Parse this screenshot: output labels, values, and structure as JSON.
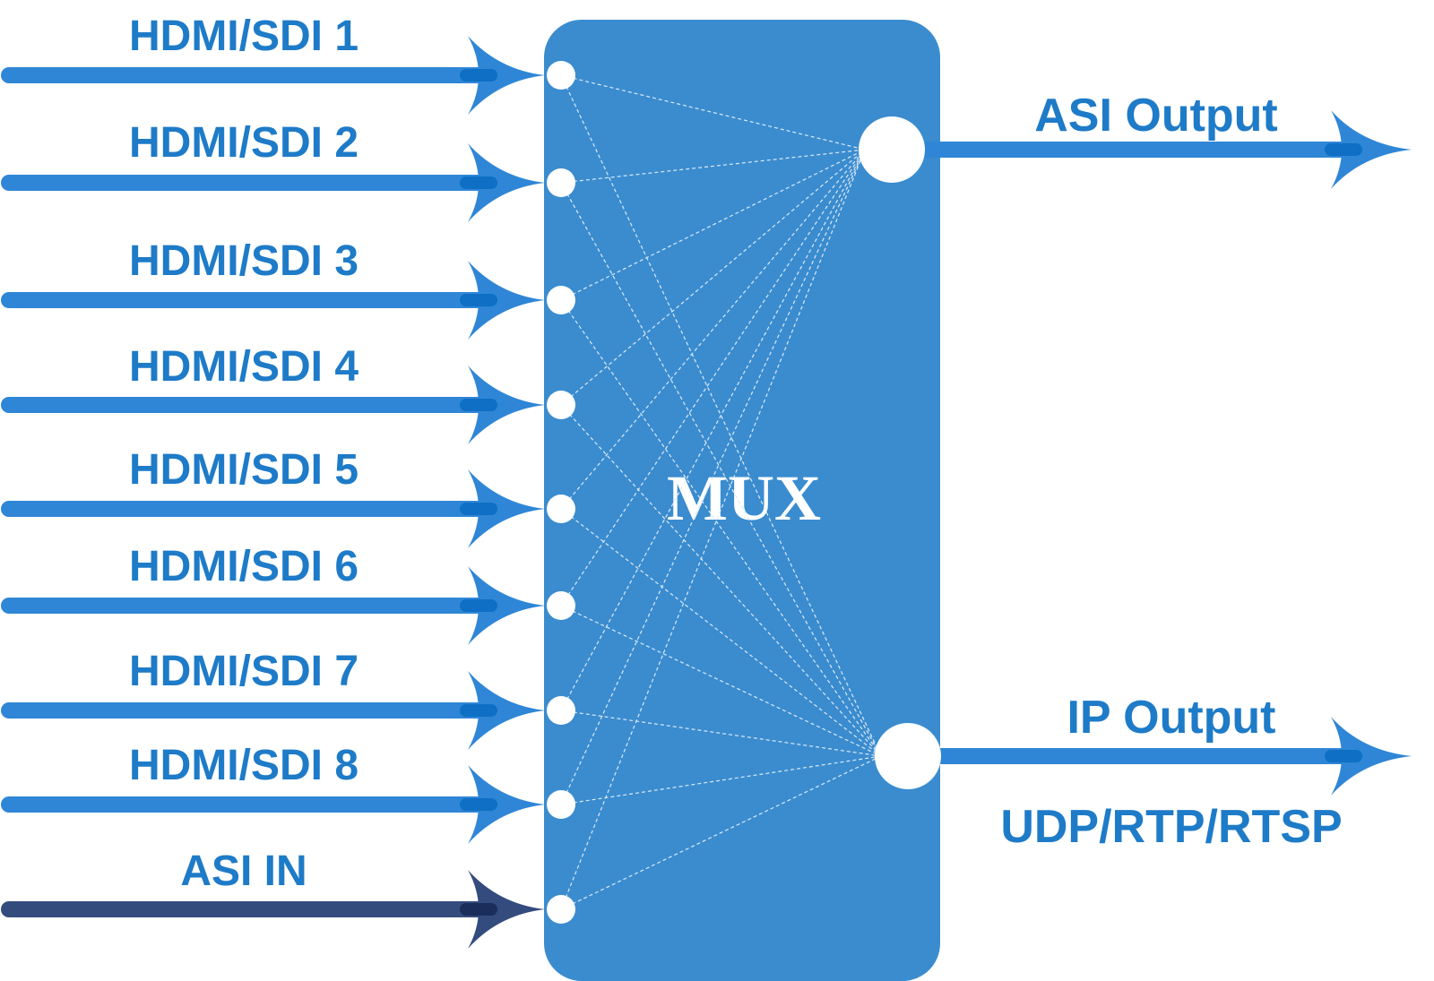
{
  "diagram": {
    "block_label": "MUX",
    "inputs": [
      {
        "id": "in1",
        "label": "HDMI/SDI 1"
      },
      {
        "id": "in2",
        "label": "HDMI/SDI 2"
      },
      {
        "id": "in3",
        "label": "HDMI/SDI 3"
      },
      {
        "id": "in4",
        "label": "HDMI/SDI 4"
      },
      {
        "id": "in5",
        "label": "HDMI/SDI 5"
      },
      {
        "id": "in6",
        "label": "HDMI/SDI 6"
      },
      {
        "id": "in7",
        "label": "HDMI/SDI 7"
      },
      {
        "id": "in8",
        "label": "HDMI/SDI 8"
      },
      {
        "id": "asi",
        "label": "ASI IN"
      }
    ],
    "outputs": [
      {
        "id": "asi_out",
        "label": "ASI Output",
        "sublabel": ""
      },
      {
        "id": "ip_out",
        "label": "IP Output",
        "sublabel": "UDP/RTP/RTSP"
      }
    ]
  },
  "colors": {
    "arrow": "#2f86d6",
    "arrow_highlight": "#0e6fc4",
    "asi_arrow": "#344b7e",
    "asi_arrow_highlight": "#1b2d5a",
    "mux_block": "#3a8ccf",
    "label": "#1e7bc8",
    "node": "#ffffff",
    "link": "#dce9f7"
  },
  "icons": {
    "arrowhead": "arrowhead-icon",
    "port": "port-node-icon"
  }
}
